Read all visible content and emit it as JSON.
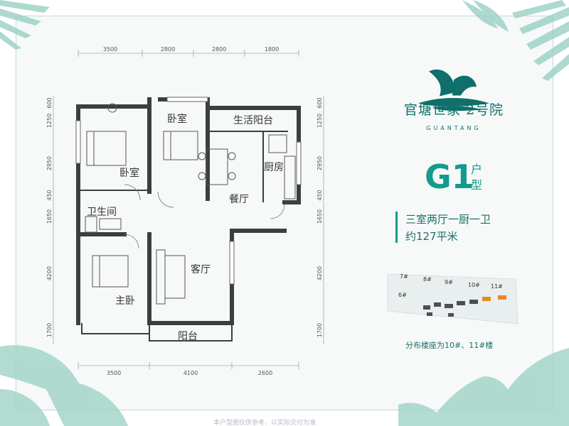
{
  "brand": {
    "name": "官塘世家·2号院",
    "sub": "GUANTANG"
  },
  "unit": {
    "code": "G1",
    "suffix_1": "户",
    "suffix_2": "型",
    "layout": "三室两厅一厨一卫",
    "area": "约127平米"
  },
  "rooms": {
    "bedroom_1": "卧室",
    "bedroom_2": "卧室",
    "utility_balcony": "生活阳台",
    "kitchen": "厨房",
    "dining": "餐厅",
    "bathroom": "卫生间",
    "master_bedroom": "主卧",
    "living": "客厅",
    "balcony": "阳台"
  },
  "dimensions": {
    "top": [
      "3500",
      "2800",
      "2800",
      "1800"
    ],
    "bottom": [
      "3500",
      "4100",
      "2600"
    ],
    "left": [
      "600",
      "1250",
      "2950",
      "450",
      "1650",
      "4200",
      "1700"
    ],
    "right": [
      "600",
      "1250",
      "2950",
      "450",
      "1650",
      "4200",
      "1700"
    ]
  },
  "site_map": {
    "labels": [
      "7#",
      "8#",
      "9#",
      "10#",
      "11#",
      "6#"
    ],
    "caption": "分布楼座为10#、11#楼",
    "highlight_color": "#e8872a"
  },
  "footer": {
    "note": "本户型图仅供参考，以实际交付为准"
  },
  "colors": {
    "accent": "#159a8e",
    "wall": "#3a3f41",
    "leaf": "#9fd3c7"
  },
  "icons": [
    "pegasus-logo-icon",
    "palm-leaf-icon",
    "monstera-leaf-icon"
  ]
}
